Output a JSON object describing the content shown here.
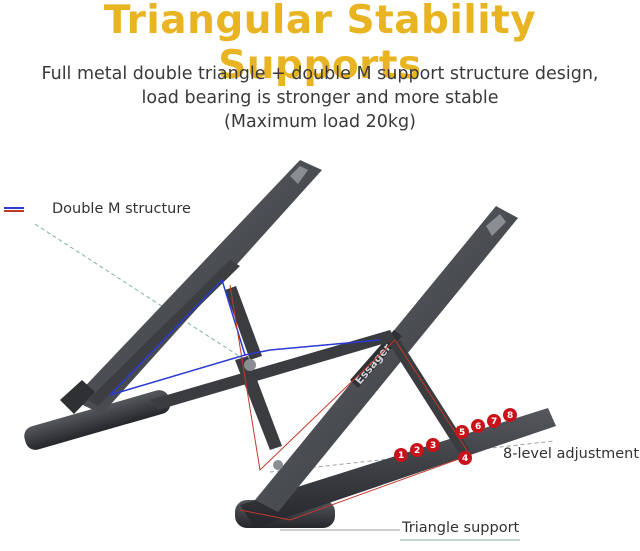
{
  "title": "Triangular Stability Supports",
  "subtitle": {
    "line1": "Full metal double triangle + double M support structure design,",
    "line2": "load bearing is stronger and more stable",
    "line3": "(Maximum load 20kg)"
  },
  "callouts": {
    "double_m": "Double M structure",
    "adjustment": "8-level adjustment",
    "triangle": "Triangle support"
  },
  "brand": "Essager",
  "levels": [
    "1",
    "2",
    "3",
    "4",
    "5",
    "6",
    "7",
    "8"
  ],
  "colors": {
    "title": "#e8b421",
    "metal": "#4a4d52",
    "pin": "#c8131b",
    "outline_red": "#c0392b",
    "outline_blue": "#2a3bd1"
  }
}
